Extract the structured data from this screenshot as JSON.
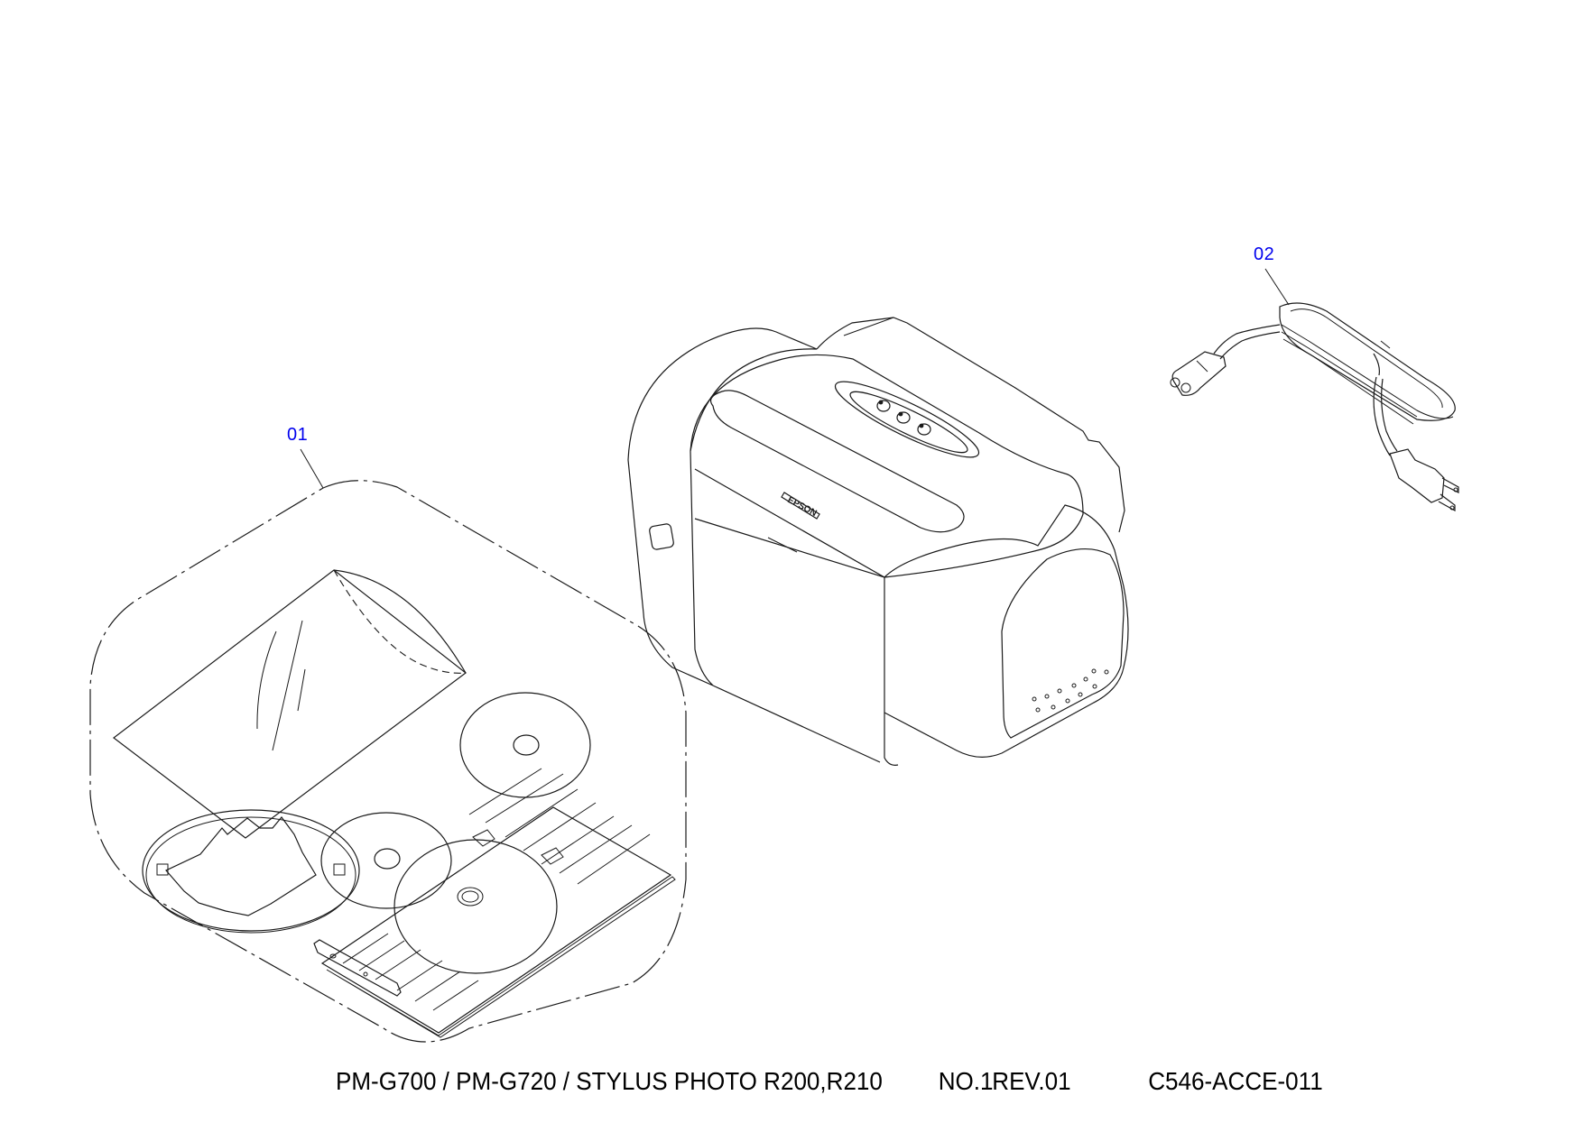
{
  "diagram": {
    "type": "exploded-parts-view",
    "subject": "Printer accessories",
    "brand_badge": "EPSON",
    "callouts": [
      {
        "id": "01",
        "label": "01",
        "part": "accessory-bag",
        "contents": [
          "transparency-sheet",
          "cd-disc",
          "cd-disc",
          "8cm-cd-adapter-ring",
          "cd-dvd-tray",
          "tray-guide-strip"
        ]
      },
      {
        "id": "02",
        "label": "02",
        "part": "power-cord"
      }
    ],
    "colors": {
      "callout": "#0000ee",
      "line": "#1a1a1a",
      "background": "#ffffff"
    }
  },
  "footer": {
    "models": "PM-G700 / PM-G720 / STYLUS PHOTO R200,R210",
    "sheet": "NO.1",
    "revision": "REV.01",
    "drawing_number": "C546-ACCE-011"
  }
}
